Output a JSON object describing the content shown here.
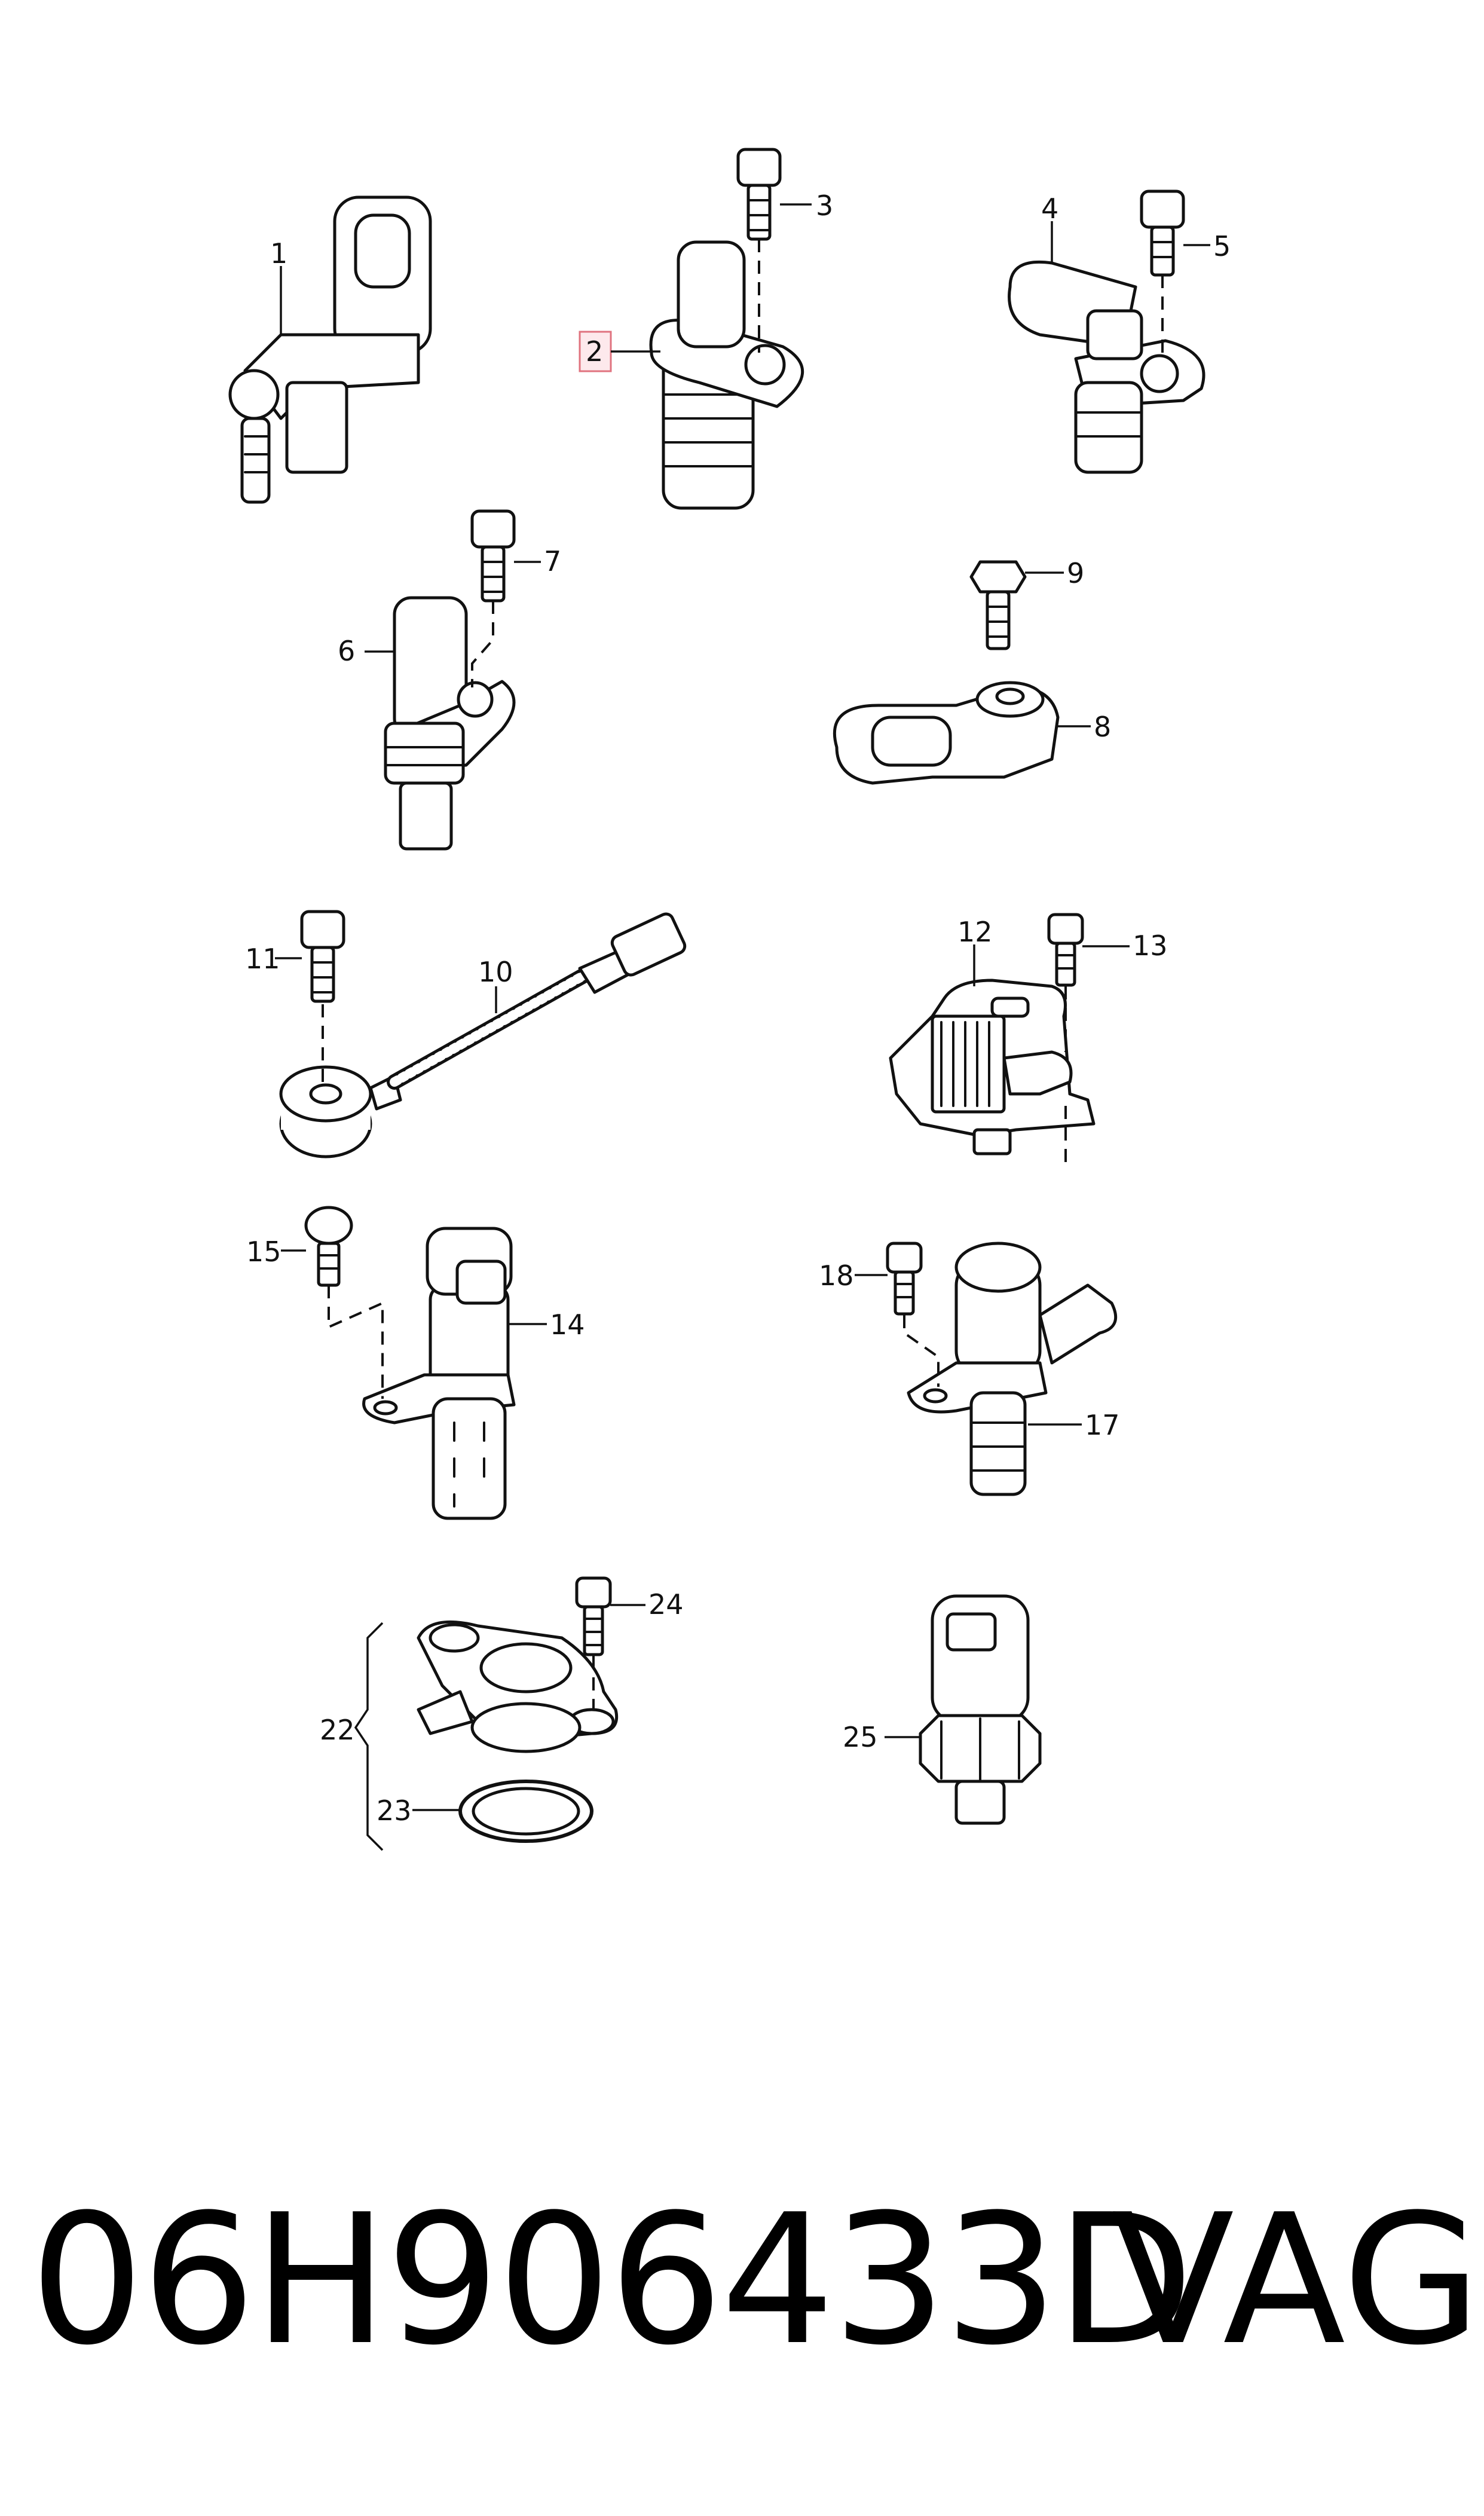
{
  "diagram": {
    "callouts": [
      "1",
      "2",
      "3",
      "4",
      "5",
      "6",
      "7",
      "8",
      "9",
      "10",
      "11",
      "12",
      "13",
      "14",
      "15",
      "17",
      "18",
      "22",
      "23",
      "24",
      "25"
    ],
    "highlighted_callout": "2",
    "highlight_color": "#e0737f"
  },
  "footer": {
    "part_number": "06H906433D",
    "brand": "VAG"
  }
}
